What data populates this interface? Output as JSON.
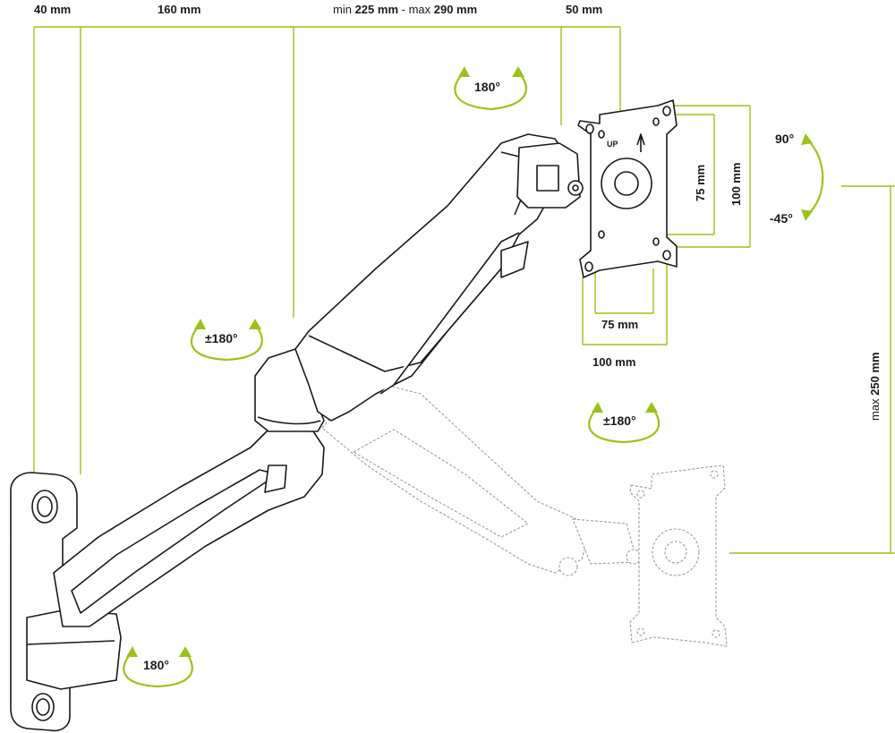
{
  "colors": {
    "accent": "#9cc21a",
    "line": "#1a1a1a",
    "ghost": "#9a9a9a",
    "background": "#ffffff"
  },
  "dimensions": {
    "wall_offset": "40 mm",
    "arm_segment": "160 mm",
    "reach_prefix_min": "min",
    "reach_min_value": "225 mm",
    "reach_separator": "- max",
    "reach_max_value": "290 mm",
    "head_offset": "50 mm",
    "vesa_vertical_small": "75 mm",
    "vesa_vertical_large": "100 mm",
    "vesa_horizontal_small": "75 mm",
    "vesa_horizontal_large": "100 mm",
    "height_prefix": "max",
    "height_value": "250 mm"
  },
  "rotations": {
    "head_swivel": "180°",
    "elbow_swivel": "±180°",
    "lower_head_swivel": "±180°",
    "base_swivel": "180°",
    "tilt_up": "90°",
    "tilt_down": "-45°"
  },
  "plate_label": "UP"
}
